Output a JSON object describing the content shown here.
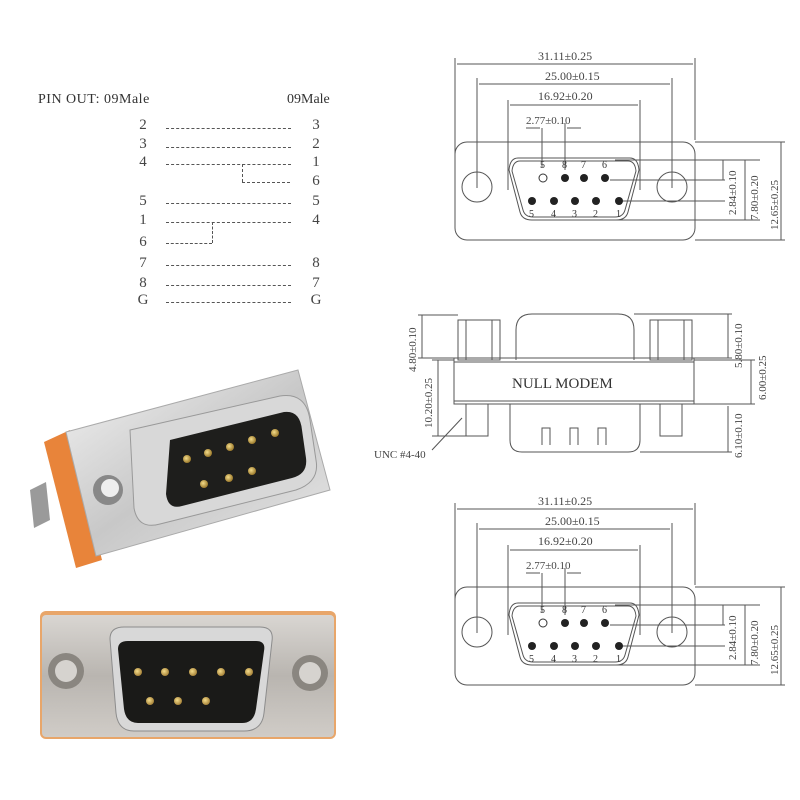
{
  "pinout": {
    "title_left": "PIN OUT: 09Male",
    "title_right": "09Male",
    "rows": [
      {
        "left": "2",
        "right": "3"
      },
      {
        "left": "3",
        "right": "2"
      },
      {
        "left": "4",
        "right": "1"
      },
      {
        "left": "",
        "right": "6"
      },
      {
        "left": "5",
        "right": "5"
      },
      {
        "left": "1",
        "right": "4"
      },
      {
        "left": "6",
        "right": ""
      },
      {
        "left": "7",
        "right": "8"
      },
      {
        "left": "8",
        "right": "7"
      },
      {
        "left": "G",
        "right": "G"
      }
    ]
  },
  "front_view_top": {
    "dim_total": "31.11±0.25",
    "dim_holes": "25.00±0.15",
    "dim_shell": "16.92±0.20",
    "dim_pitch": "2.77±0.10",
    "dim_row": "2.84±0.10",
    "dim_shell_h": "7.80±0.20",
    "dim_flange_h": "12.65±0.25",
    "pins_top": [
      "5",
      "8",
      "7",
      "6"
    ],
    "pins_bottom": [
      "5",
      "4",
      "3",
      "2",
      "1"
    ]
  },
  "side_view": {
    "label": "NULL MODEM",
    "dim_left_top": "4.80±0.10",
    "dim_left_mid": "10.20±0.25",
    "dim_right_top": "5.80±0.10",
    "dim_right_mid": "6.00±0.25",
    "dim_right_bot": "6.10±0.10",
    "screw_label": "UNC #4-40"
  },
  "front_view_bottom": {
    "dim_total": "31.11±0.25",
    "dim_holes": "25.00±0.15",
    "dim_shell": "16.92±0.20",
    "dim_pitch": "2.77±0.10",
    "dim_row": "2.84±0.10",
    "dim_shell_h": "7.80±0.20",
    "dim_flange_h": "12.65±0.25",
    "pins_top": [
      "5",
      "8",
      "7",
      "6"
    ],
    "pins_bottom": [
      "5",
      "4",
      "3",
      "2",
      "1"
    ]
  },
  "colors": {
    "housing_orange": "#e8843a",
    "metal_silver": "#c9c9c9",
    "insulator_black": "#1e1e1c",
    "pin_gold": "#c9a44a",
    "line": "#555555"
  }
}
